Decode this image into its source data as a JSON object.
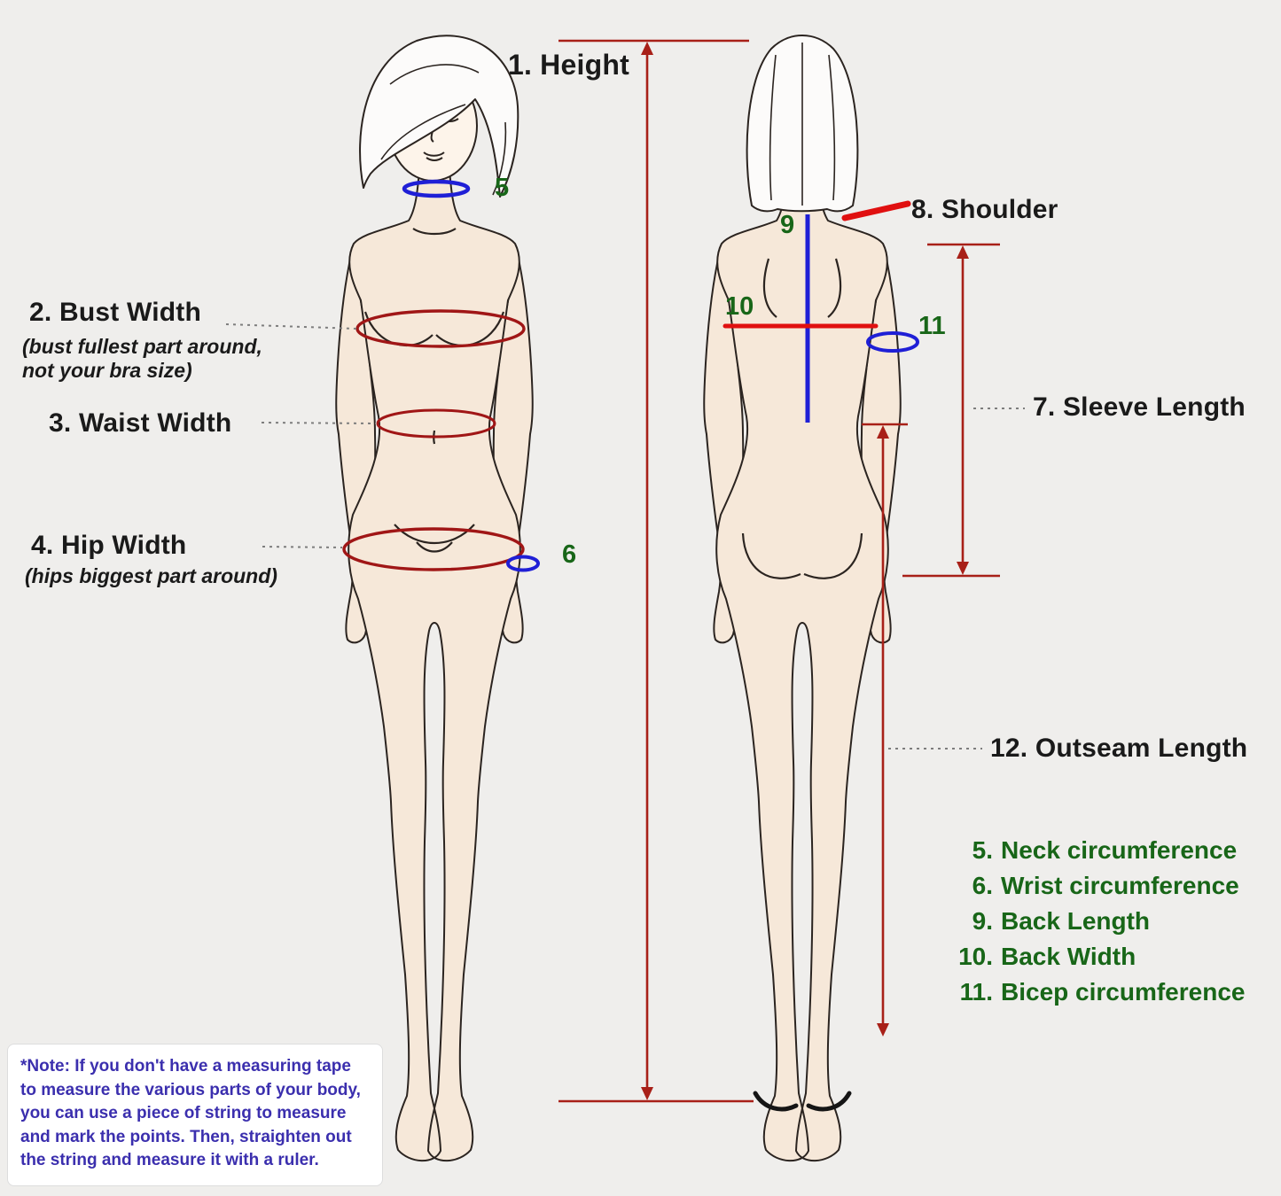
{
  "diagram": {
    "background_color": "#efeeec",
    "colors": {
      "measure_red": "#a82018",
      "ellipse_red": "#a01616",
      "bright_red": "#e01010",
      "blue": "#1f1fd6",
      "green": "#186618",
      "note_purple": "#3b2fae",
      "skin": "#f6e8d9",
      "text_black": "#1a1a1a"
    },
    "front_labels": {
      "height": "1. Height",
      "bust_title": "2. Bust Width",
      "bust_sub": "(bust fullest part around,\nnot your bra size)",
      "waist_title": "3. Waist Width",
      "hip_title": "4. Hip Width",
      "hip_sub": "(hips biggest part around)"
    },
    "back_labels": {
      "shoulder": "8. Shoulder",
      "sleeve": "7. Sleeve Length",
      "outseam": "12. Outseam Length"
    },
    "marker_numbers": {
      "neck": "5",
      "wrist": "6",
      "back_length": "9",
      "back_width": "10",
      "bicep": "11"
    },
    "legend": {
      "items": [
        {
          "num": "5.",
          "label": "Neck circumference"
        },
        {
          "num": "6.",
          "label": "Wrist circumference"
        },
        {
          "num": "9.",
          "label": "Back Length"
        },
        {
          "num": "10.",
          "label": "Back Width"
        },
        {
          "num": "11.",
          "label": "Bicep circumference"
        }
      ]
    },
    "note": {
      "text": "*Note: If you don't have a measuring tape to measure the various parts of your body, you can use a piece of string to measure and mark the points. Then, straighten out the string and measure it with a ruler."
    }
  }
}
